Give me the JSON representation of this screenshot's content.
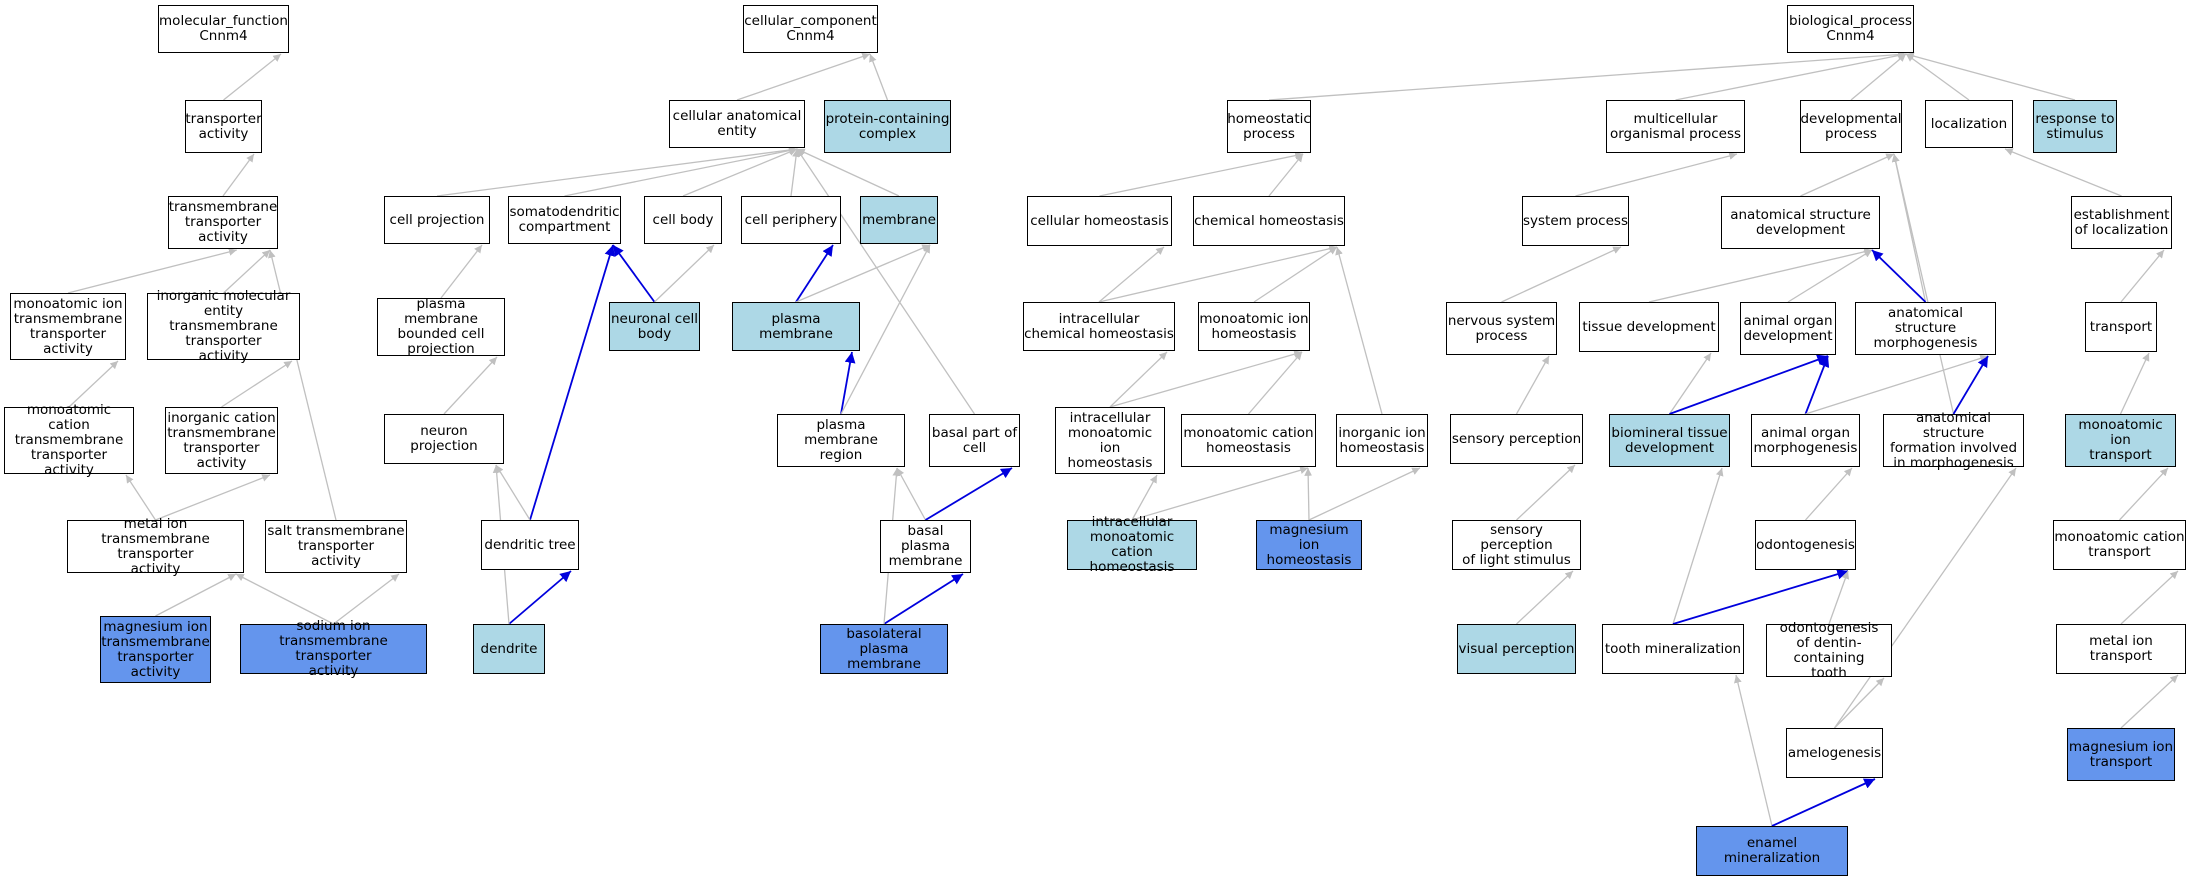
{
  "colors": {
    "white": "#ffffff",
    "light": "#add8e6",
    "dark": "#6495ed",
    "gray_edge": "#c0c0c0",
    "blue_edge": "#0000dd"
  },
  "nodes": {
    "mf_root": {
      "label": "molecular_function\nCnnm4",
      "fill": "white"
    },
    "transporter_activity": {
      "label": "transporter\nactivity",
      "fill": "white"
    },
    "tm_transporter_activity": {
      "label": "transmembrane\ntransporter\nactivity",
      "fill": "white"
    },
    "mono_ion_tm": {
      "label": "monoatomic ion\ntransmembrane\ntransporter\nactivity",
      "fill": "white"
    },
    "inorg_mol_tm": {
      "label": "inorganic molecular\nentity transmembrane\ntransporter\nactivity",
      "fill": "white"
    },
    "mono_cation_tm": {
      "label": "monoatomic cation\ntransmembrane\ntransporter\nactivity",
      "fill": "white"
    },
    "inorg_cation_tm": {
      "label": "inorganic cation\ntransmembrane\ntransporter\nactivity",
      "fill": "white"
    },
    "metal_ion_tm": {
      "label": "metal ion transmembrane\ntransporter\nactivity",
      "fill": "white"
    },
    "salt_tm": {
      "label": "salt transmembrane\ntransporter\nactivity",
      "fill": "white"
    },
    "mg_ion_tm": {
      "label": "magnesium ion\ntransmembrane\ntransporter\nactivity",
      "fill": "dark"
    },
    "na_ion_tm": {
      "label": "sodium ion transmembrane\ntransporter\nactivity",
      "fill": "dark"
    },
    "cc_root": {
      "label": "cellular_component\nCnnm4",
      "fill": "white"
    },
    "cell_anat_entity": {
      "label": "cellular anatomical\nentity",
      "fill": "white"
    },
    "protein_complex": {
      "label": "protein-containing\ncomplex",
      "fill": "light"
    },
    "cell_projection": {
      "label": "cell projection",
      "fill": "white"
    },
    "somatodendritic": {
      "label": "somatodendritic\ncompartment",
      "fill": "white"
    },
    "cell_body": {
      "label": "cell body",
      "fill": "white"
    },
    "cell_periphery": {
      "label": "cell periphery",
      "fill": "white"
    },
    "membrane": {
      "label": "membrane",
      "fill": "light"
    },
    "pm_bounded_proj": {
      "label": "plasma membrane\nbounded cell\nprojection",
      "fill": "white"
    },
    "neuronal_cell_body": {
      "label": "neuronal cell\nbody",
      "fill": "light"
    },
    "plasma_membrane": {
      "label": "plasma membrane",
      "fill": "light"
    },
    "neuron_projection": {
      "label": "neuron projection",
      "fill": "white"
    },
    "pm_region": {
      "label": "plasma membrane\nregion",
      "fill": "white"
    },
    "basal_part": {
      "label": "basal part of\ncell",
      "fill": "white"
    },
    "dendritic_tree": {
      "label": "dendritic tree",
      "fill": "white"
    },
    "basal_pm": {
      "label": "basal plasma\nmembrane",
      "fill": "white"
    },
    "dendrite": {
      "label": "dendrite",
      "fill": "light"
    },
    "basolateral_pm": {
      "label": "basolateral\nplasma membrane",
      "fill": "dark"
    },
    "bp_root": {
      "label": "biological_process\nCnnm4",
      "fill": "white"
    },
    "homeostatic": {
      "label": "homeostatic\nprocess",
      "fill": "white"
    },
    "multicellular": {
      "label": "multicellular\norganismal process",
      "fill": "white"
    },
    "developmental": {
      "label": "developmental\nprocess",
      "fill": "white"
    },
    "localization": {
      "label": "localization",
      "fill": "white"
    },
    "response_stimulus": {
      "label": "response to\nstimulus",
      "fill": "light"
    },
    "cellular_homeostasis": {
      "label": "cellular homeostasis",
      "fill": "white"
    },
    "chemical_homeostasis": {
      "label": "chemical homeostasis",
      "fill": "white"
    },
    "system_process": {
      "label": "system process",
      "fill": "white"
    },
    "anat_dev": {
      "label": "anatomical structure\ndevelopment",
      "fill": "white"
    },
    "establish_loc": {
      "label": "establishment\nof localization",
      "fill": "white"
    },
    "intra_chem_home": {
      "label": "intracellular\nchemical homeostasis",
      "fill": "white"
    },
    "mono_ion_home": {
      "label": "monoatomic ion\nhomeostasis",
      "fill": "white"
    },
    "nervous_sys": {
      "label": "nervous system\nprocess",
      "fill": "white"
    },
    "tissue_dev": {
      "label": "tissue development",
      "fill": "white"
    },
    "organ_dev": {
      "label": "animal organ\ndevelopment",
      "fill": "white"
    },
    "anat_morph": {
      "label": "anatomical structure\nmorphogenesis",
      "fill": "white"
    },
    "transport": {
      "label": "transport",
      "fill": "white"
    },
    "intra_mono_ion_home": {
      "label": "intracellular\nmonoatomic ion\nhomeostasis",
      "fill": "white"
    },
    "mono_cation_home": {
      "label": "monoatomic cation\nhomeostasis",
      "fill": "white"
    },
    "inorg_ion_home": {
      "label": "inorganic ion\nhomeostasis",
      "fill": "white"
    },
    "sensory_perception": {
      "label": "sensory perception",
      "fill": "white"
    },
    "biomineral_dev": {
      "label": "biomineral tissue\ndevelopment",
      "fill": "light"
    },
    "organ_morph": {
      "label": "animal organ\nmorphogenesis",
      "fill": "white"
    },
    "anat_formation": {
      "label": "anatomical structure\nformation involved\nin morphogenesis",
      "fill": "white"
    },
    "mono_ion_transport": {
      "label": "monoatomic ion\ntransport",
      "fill": "light"
    },
    "intra_mono_cation_home": {
      "label": "intracellular\nmonoatomic cation\nhomeostasis",
      "fill": "light"
    },
    "mg_ion_home": {
      "label": "magnesium ion\nhomeostasis",
      "fill": "dark"
    },
    "sensory_light": {
      "label": "sensory perception\nof light stimulus",
      "fill": "white"
    },
    "odontogenesis": {
      "label": "odontogenesis",
      "fill": "white"
    },
    "mono_cation_transport": {
      "label": "monoatomic cation\ntransport",
      "fill": "white"
    },
    "visual_perception": {
      "label": "visual perception",
      "fill": "light"
    },
    "tooth_mineral": {
      "label": "tooth mineralization",
      "fill": "white"
    },
    "odonto_dentin": {
      "label": "odontogenesis\nof dentin-containing\ntooth",
      "fill": "white"
    },
    "metal_ion_transport": {
      "label": "metal ion transport",
      "fill": "white"
    },
    "amelogenesis": {
      "label": "amelogenesis",
      "fill": "white"
    },
    "mg_ion_transport": {
      "label": "magnesium ion\ntransport",
      "fill": "dark"
    },
    "enamel_mineral": {
      "label": "enamel mineralization",
      "fill": "dark"
    }
  }
}
